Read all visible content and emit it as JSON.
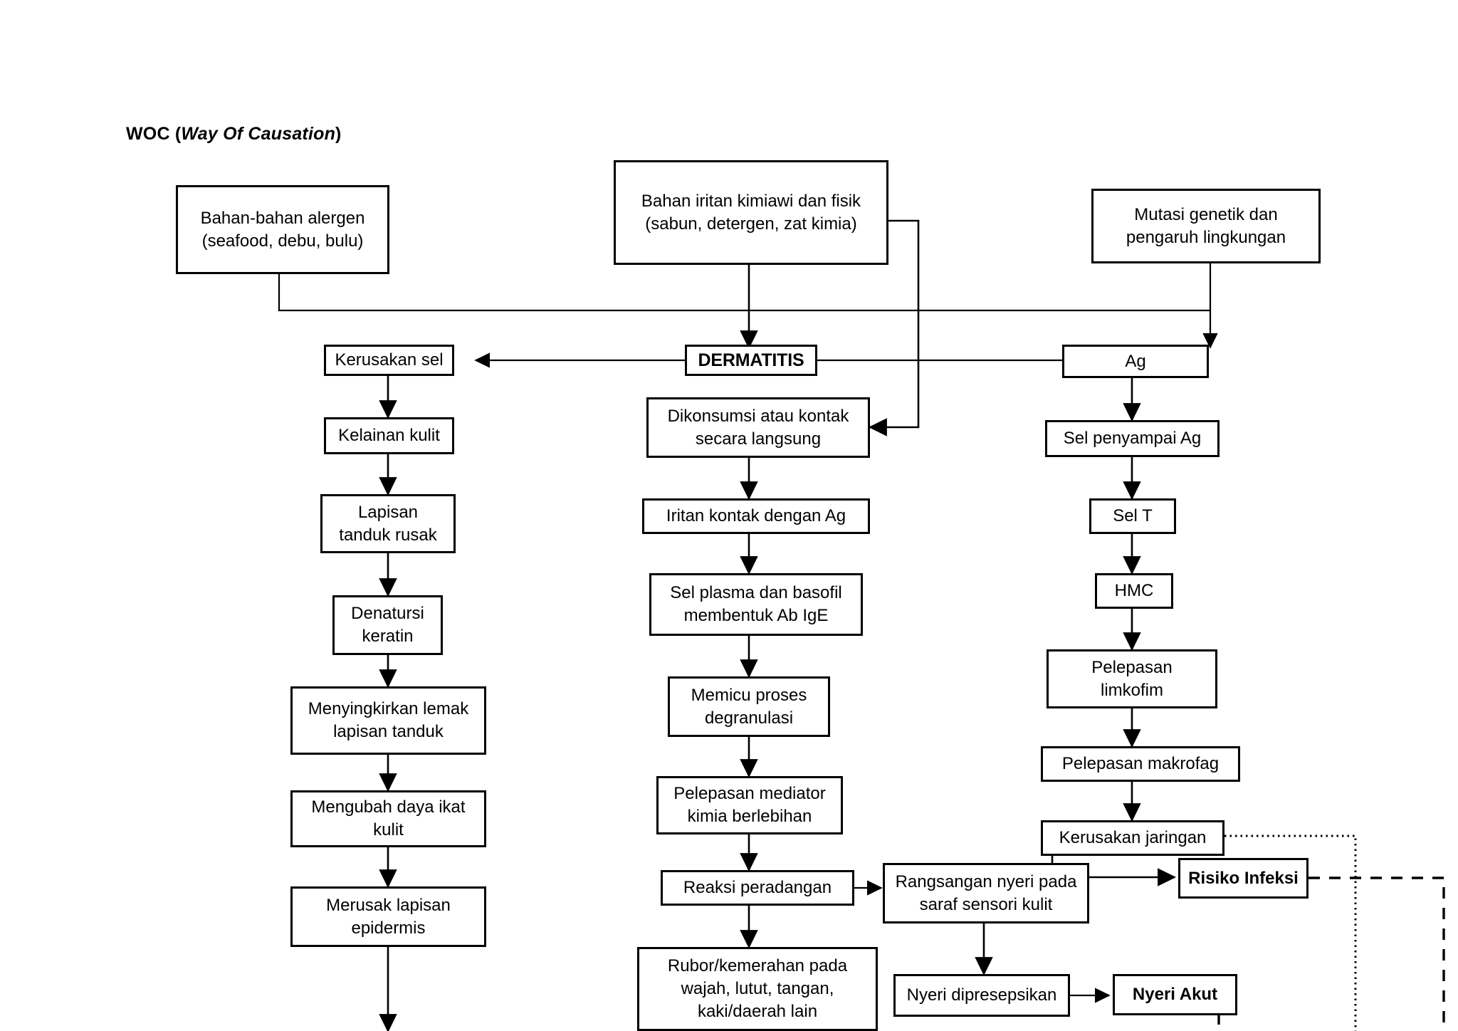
{
  "title": {
    "prefix": "WOC (",
    "emphasis": "Way Of Causation",
    "suffix": ")"
  },
  "nodes": {
    "alergen": "Bahan-bahan alergen\n(seafood, debu, bulu)",
    "iritan": "Bahan iritan kimiawi dan fisik\n(sabun, detergen, zat kimia)",
    "mutasi": "Mutasi genetik dan\npengaruh lingkungan",
    "kerusakan_sel": "Kerusakan sel",
    "dermatitis": "DERMATITIS",
    "ag": "Ag",
    "kelainan_kulit": "Kelainan kulit",
    "dikonsumsi": "Dikonsumsi atau kontak\nsecara langsung",
    "sel_penyampai": "Sel penyampai Ag",
    "lapisan_tanduk": "Lapisan\ntanduk rusak",
    "iritan_kontak": "Iritan kontak dengan Ag",
    "sel_t": "Sel T",
    "denatursi": "Denatursi\nkeratin",
    "sel_plasma": "Sel plasma dan basofil\nmembentuk Ab IgE",
    "hmc": "HMC",
    "menyingkirkan": "Menyingkirkan lemak\nlapisan tanduk",
    "memicu": "Memicu proses\ndegranulasi",
    "pelepasan_limkofim": "Pelepasan\nlimkofim",
    "mengubah": "Mengubah daya ikat\nkulit",
    "pelepasan_mediator": "Pelepasan mediator\nkimia berlebihan",
    "pelepasan_makrofag": "Pelepasan makrofag",
    "merusak": "Merusak lapisan\nepidermis",
    "reaksi_peradangan": "Reaksi peradangan",
    "rangsangan": "Rangsangan nyeri pada\nsaraf sensori kulit",
    "kerusakan_jaringan": "Kerusakan jaringan",
    "risiko_infeksi": "Risiko Infeksi",
    "rubor": "Rubor/kemerahan pada\nwajah, lutut, tangan,\nkaki/daerah lain",
    "nyeri_dipresepsikan": "Nyeri dipresepsikan",
    "nyeri_akut": "Nyeri Akut"
  },
  "colors": {
    "stroke": "#000000",
    "background": "#ffffff",
    "text": "#000000"
  },
  "chart_data": {
    "type": "diagram",
    "title": "WOC (Way Of Causation)",
    "subtype": "flowchart",
    "node_list": [
      "Bahan-bahan alergen (seafood, debu, bulu)",
      "Bahan iritan kimiawi dan fisik (sabun, detergen, zat kimia)",
      "Mutasi genetik dan pengaruh lingkungan",
      "Kerusakan sel",
      "DERMATITIS",
      "Ag",
      "Kelainan kulit",
      "Dikonsumsi atau kontak secara langsung",
      "Sel penyampai Ag",
      "Lapisan tanduk rusak",
      "Iritan kontak dengan Ag",
      "Sel T",
      "Denatursi keratin",
      "Sel plasma dan basofil membentuk Ab IgE",
      "HMC",
      "Menyingkirkan lemak lapisan tanduk",
      "Memicu proses degranulasi",
      "Pelepasan limkofim",
      "Mengubah daya ikat kulit",
      "Pelepasan mediator kimia berlebihan",
      "Pelepasan makrofag",
      "Merusak lapisan epidermis",
      "Reaksi peradangan",
      "Rangsangan nyeri pada saraf sensori kulit",
      "Kerusakan jaringan",
      "Risiko Infeksi",
      "Rubor/kemerahan pada wajah, lutut, tangan, kaki/daerah lain",
      "Nyeri dipresepsikan",
      "Nyeri Akut"
    ],
    "edges": [
      {
        "from": "Bahan-bahan alergen (seafood, debu, bulu)",
        "to": "Ag",
        "style": "solid"
      },
      {
        "from": "Bahan iritan kimiawi dan fisik (sabun, detergen, zat kimia)",
        "to": "DERMATITIS",
        "style": "solid"
      },
      {
        "from": "Bahan iritan kimiawi dan fisik (sabun, detergen, zat kimia)",
        "to": "Dikonsumsi atau kontak secara langsung",
        "style": "solid"
      },
      {
        "from": "Mutasi genetik dan pengaruh lingkungan",
        "to": "Kerusakan sel",
        "style": "solid"
      },
      {
        "from": "DERMATITIS",
        "to": "Kerusakan sel",
        "style": "solid"
      },
      {
        "from": "DERMATITIS",
        "to": "Ag",
        "style": "solid"
      },
      {
        "from": "Kerusakan sel",
        "to": "Kelainan kulit",
        "style": "solid"
      },
      {
        "from": "Kelainan kulit",
        "to": "Lapisan tanduk rusak",
        "style": "solid"
      },
      {
        "from": "Lapisan tanduk rusak",
        "to": "Denatursi keratin",
        "style": "solid"
      },
      {
        "from": "Denatursi keratin",
        "to": "Menyingkirkan lemak lapisan tanduk",
        "style": "solid"
      },
      {
        "from": "Menyingkirkan lemak lapisan tanduk",
        "to": "Mengubah daya ikat kulit",
        "style": "solid"
      },
      {
        "from": "Mengubah daya ikat kulit",
        "to": "Merusak lapisan epidermis",
        "style": "solid"
      },
      {
        "from": "Dikonsumsi atau kontak secara langsung",
        "to": "Iritan kontak dengan Ag",
        "style": "solid"
      },
      {
        "from": "Iritan kontak dengan Ag",
        "to": "Sel plasma dan basofil membentuk Ab IgE",
        "style": "solid"
      },
      {
        "from": "Sel plasma dan basofil membentuk Ab IgE",
        "to": "Memicu proses degranulasi",
        "style": "solid"
      },
      {
        "from": "Memicu proses degranulasi",
        "to": "Pelepasan mediator kimia berlebihan",
        "style": "solid"
      },
      {
        "from": "Pelepasan mediator kimia berlebihan",
        "to": "Reaksi peradangan",
        "style": "solid"
      },
      {
        "from": "Reaksi peradangan",
        "to": "Rubor/kemerahan pada wajah, lutut, tangan, kaki/daerah lain",
        "style": "solid"
      },
      {
        "from": "Reaksi peradangan",
        "to": "Rangsangan nyeri pada saraf sensori kulit",
        "style": "solid"
      },
      {
        "from": "Rangsangan nyeri pada saraf sensori kulit",
        "to": "Nyeri dipresepsikan",
        "style": "solid"
      },
      {
        "from": "Nyeri dipresepsikan",
        "to": "Nyeri Akut",
        "style": "solid"
      },
      {
        "from": "Ag",
        "to": "Sel penyampai Ag",
        "style": "solid"
      },
      {
        "from": "Sel penyampai Ag",
        "to": "Sel T",
        "style": "solid"
      },
      {
        "from": "Sel T",
        "to": "HMC",
        "style": "solid"
      },
      {
        "from": "HMC",
        "to": "Pelepasan limkofim",
        "style": "solid"
      },
      {
        "from": "Pelepasan limkofim",
        "to": "Pelepasan makrofag",
        "style": "solid"
      },
      {
        "from": "Pelepasan makrofag",
        "to": "Kerusakan jaringan",
        "style": "solid"
      },
      {
        "from": "Kerusakan jaringan",
        "to": "Risiko Infeksi",
        "style": "solid"
      },
      {
        "from": "Kerusakan jaringan",
        "to": "(off-page right)",
        "style": "dotted"
      },
      {
        "from": "Risiko Infeksi",
        "to": "(off-page right)",
        "style": "dashed"
      },
      {
        "from": "Nyeri Akut",
        "to": "(off-page bottom)",
        "style": "dashed"
      },
      {
        "from": "Merusak lapisan epidermis",
        "to": "(off-page bottom)",
        "style": "solid"
      }
    ]
  }
}
